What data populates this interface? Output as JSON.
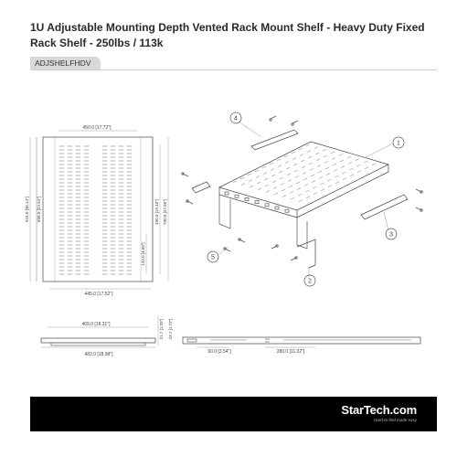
{
  "product": {
    "title": "1U Adjustable Mounting Depth Vented Rack Mount Shelf - Heavy Duty Fixed Rack Shelf - 250lbs / 113k",
    "sku": "ADJSHELFHDV"
  },
  "dimensions": {
    "top_width": "450.0 [17.72\"]",
    "bottom_width": "445.0 [17.52\"]",
    "side_total": "918.0 [36.14\"]",
    "side_inner": "608.0 [23.94\"]",
    "right_outer": "700.0 [27.56\"]",
    "right_inner": "490.0 [19.49\"]",
    "small_height": "133.0 [4.60\"]",
    "front_width_upper": "465.0 [18.31\"]",
    "front_width_lower": "482.0 [18.98\"]",
    "front_height_a": "31.7 [1.25\"]",
    "front_height_b": "43.7 [1.72\"]",
    "rail_short": "90.0 [3.54\"]",
    "rail_long": "280.0 [11.02\"]"
  },
  "callouts": [
    "1",
    "2",
    "3",
    "4",
    "5"
  ],
  "brand": {
    "logo_text": "StarTech.com",
    "tagline": "Hard-to-find made easy"
  }
}
